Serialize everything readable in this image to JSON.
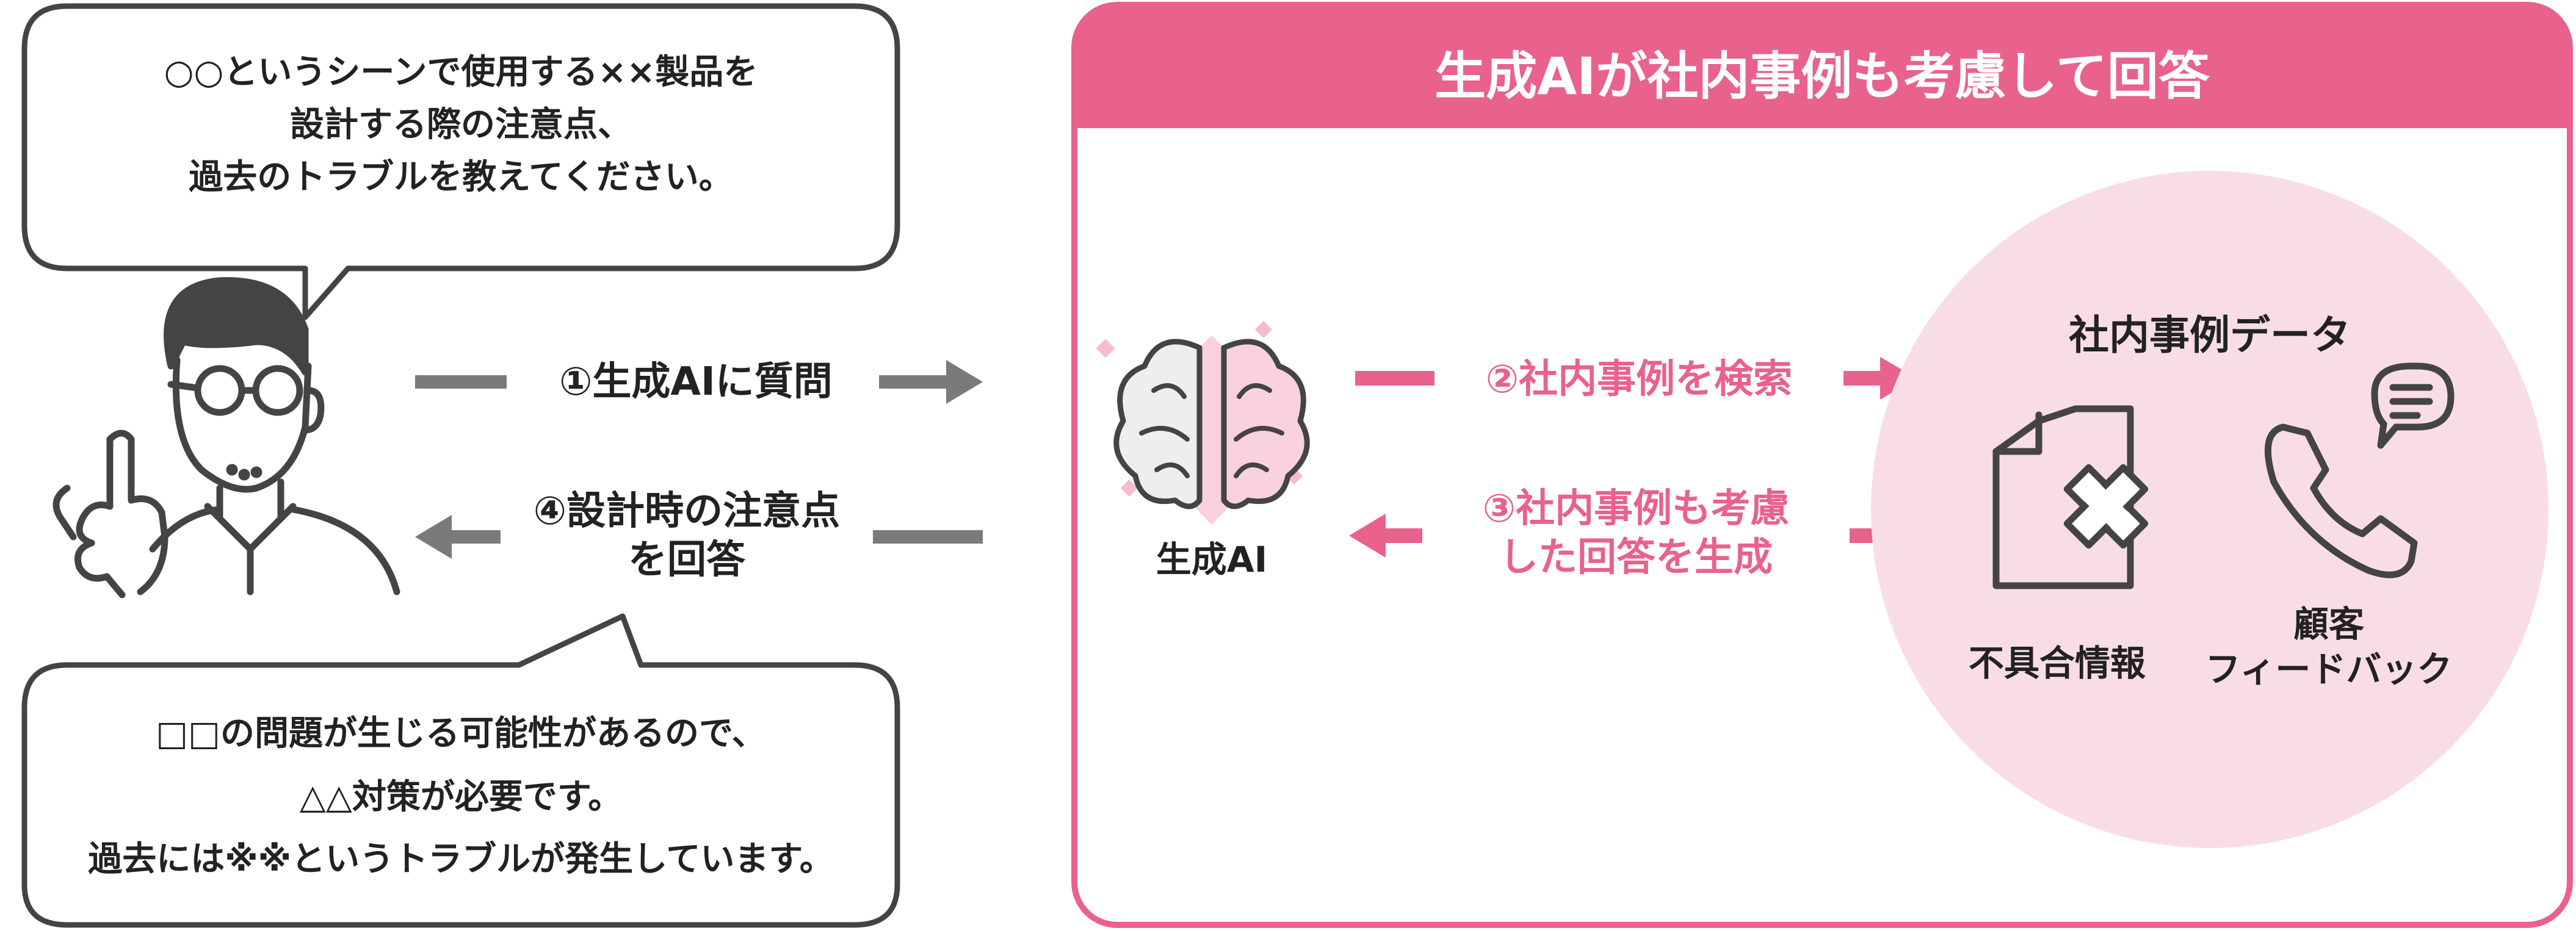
{
  "colors": {
    "accent": "#e8628b",
    "accent_light": "#f9dde6",
    "arrow_gray": "#7a7a7a",
    "outline": "#444444"
  },
  "question_bubble": {
    "line1": "○○というシーンで使用する××製品を",
    "line2": "設計する際の注意点、",
    "line3": "過去のトラブルを教えてください。"
  },
  "answer_bubble": {
    "line1": "□□の問題が生じる可能性があるので、",
    "line2": "△△対策が必要です。",
    "line3": "過去には※※というトラブルが発生しています。"
  },
  "steps": {
    "step1": "①生成AIに質問",
    "step2": "②社内事例を検索",
    "step3_line1": "③社内事例も考慮",
    "step3_line2": "した回答を生成",
    "step4_line1": "④設計時の注意点",
    "step4_line2": "を回答"
  },
  "panel": {
    "title": "生成AIが社内事例も考慮して回答"
  },
  "ai": {
    "label": "生成AI",
    "icon": "brain-icon"
  },
  "database": {
    "title": "社内事例データ",
    "items": [
      {
        "icon": "defect-document-icon",
        "label": "不具合情報"
      },
      {
        "icon": "phone-chat-icon",
        "label_line1": "顧客",
        "label_line2": "フィードバック"
      }
    ]
  }
}
